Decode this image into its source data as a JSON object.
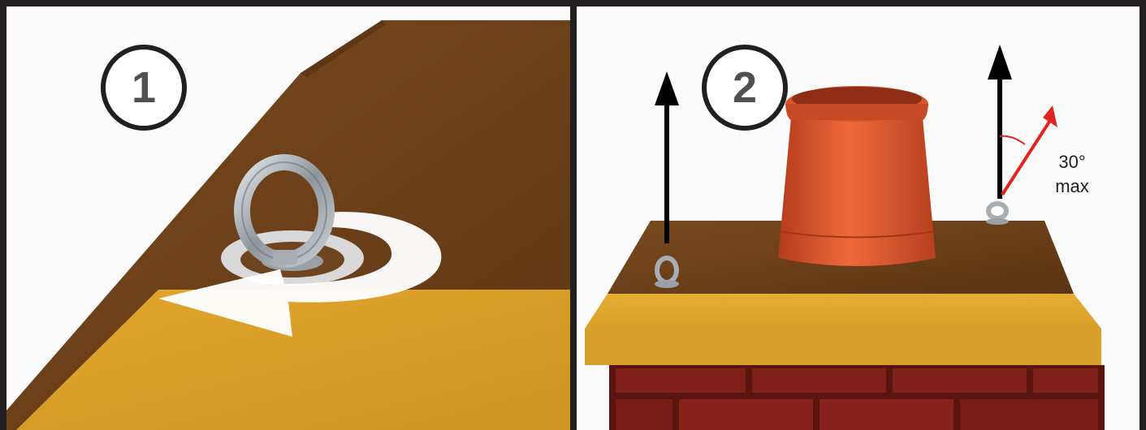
{
  "steps": [
    {
      "number": "1"
    },
    {
      "number": "2"
    }
  ],
  "angle_annotation": {
    "value": "30°",
    "suffix": "max"
  },
  "colors": {
    "frame": "#231f20",
    "roof_brown": "#6b3e17",
    "cap_yellow": "#d8a12a",
    "chimney_pot": "#d2502a",
    "brick": "#7e1a14",
    "arrow_black": "#000000",
    "arrow_red": "#e3231d",
    "rotation_arrow": "#ffffff",
    "metal_ring": "#a8adb2"
  },
  "icons": [
    "eye-bolt-icon",
    "rotation-arrow-icon",
    "vertical-load-arrow-icon",
    "angled-load-arrow-icon"
  ]
}
